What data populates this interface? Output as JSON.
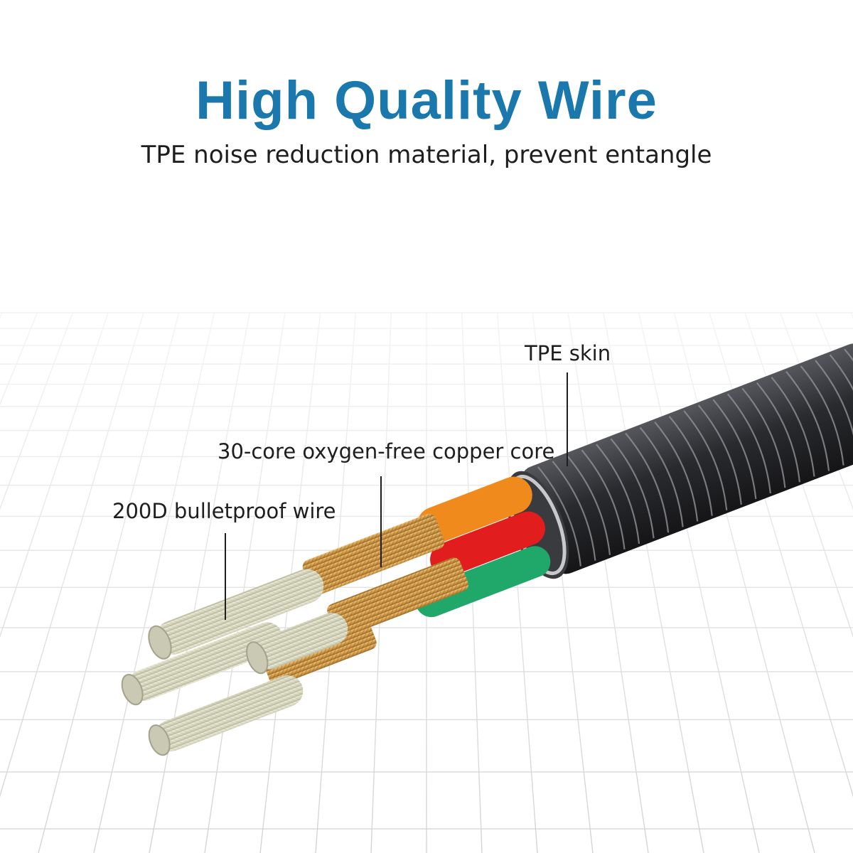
{
  "header": {
    "title": "High Quality Wire",
    "subtitle": "TPE noise reduction material, prevent entangle"
  },
  "callouts": {
    "skin": "TPE skin",
    "copper_core": "30-core oxygen-free copper core",
    "bulletproof_wire": "200D bulletproof wire"
  },
  "colors": {
    "title": "#1a78ad",
    "text": "#1e1e1e",
    "sheath": "#2c2c2e",
    "orange_core": "#f08a1c",
    "red_core": "#e11d1d",
    "green_core": "#1fa86a",
    "copper": "#d29a45",
    "white_fiber": "#dcdcc4",
    "grid_line": "#d4d4d8"
  },
  "icons": [
    "cable-illustration"
  ]
}
